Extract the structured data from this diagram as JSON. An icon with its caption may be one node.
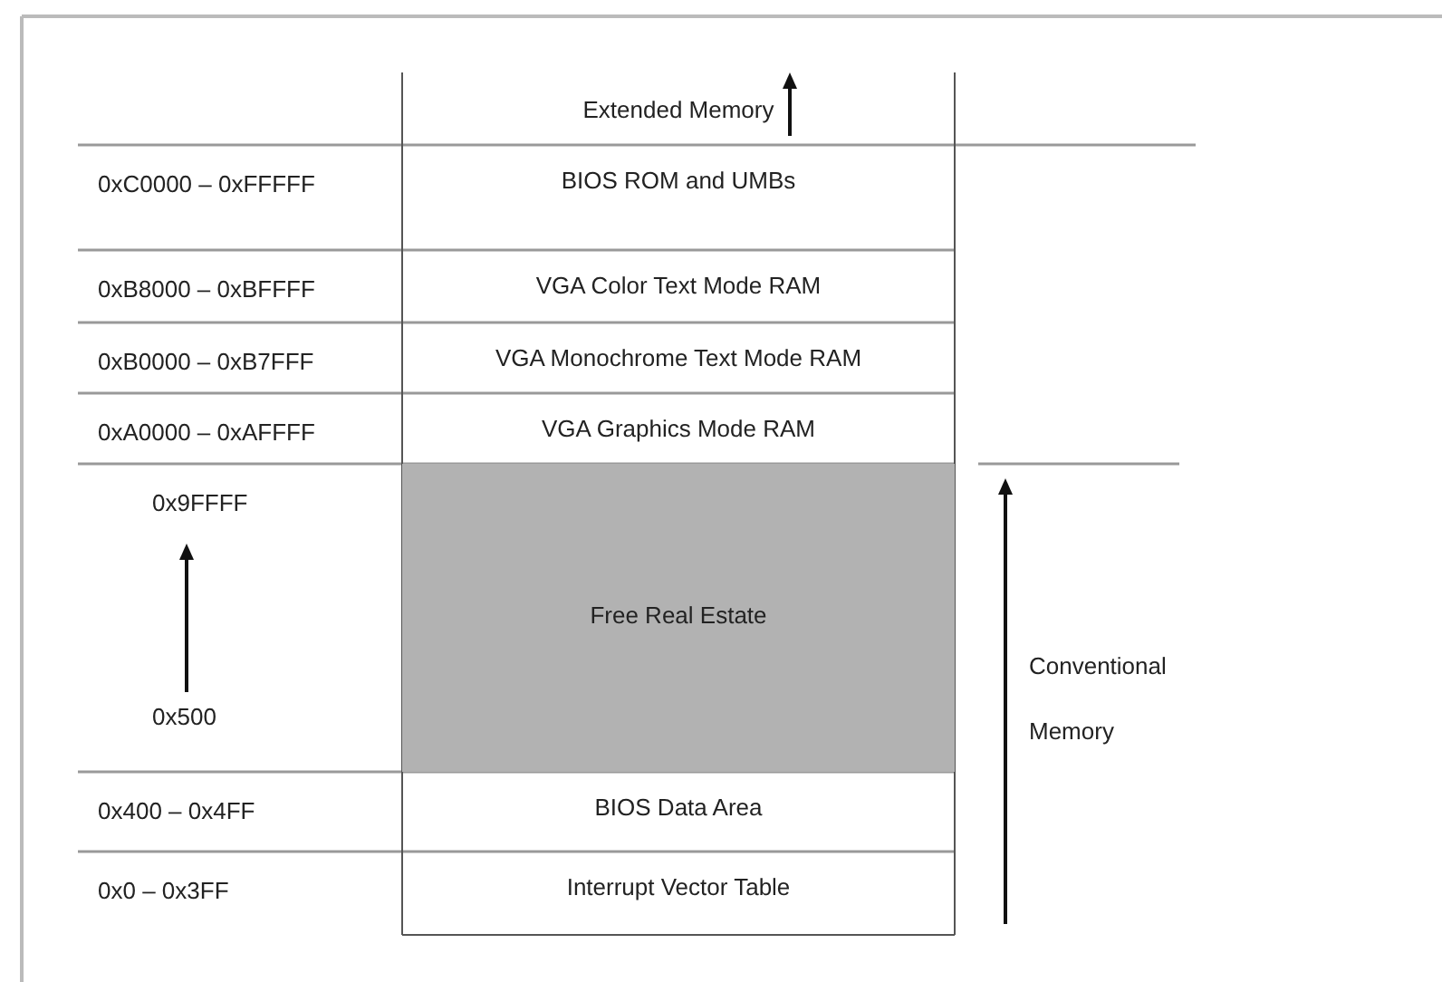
{
  "diagram": {
    "nodes": [
      {
        "text": [
          "Extended Memory"
        ]
      },
      {
        "text": [
          "BIOS ROM and UMBs"
        ]
      },
      {
        "text": [
          "VGA Color Text Mode RAM"
        ]
      },
      {
        "text": [
          "VGA Monochrome Text Mode RAM"
        ]
      },
      {
        "text": [
          "VGA Graphics Mode RAM"
        ]
      },
      {
        "text": [
          "Free Real Estate"
        ]
      },
      {
        "text": [
          "BIOS Data Area"
        ]
      },
      {
        "text": [
          "Interrupt Vector Table"
        ]
      }
    ],
    "labels": [
      "0xC0000 – 0xFFFFF",
      "0xB8000 – 0xBFFFF",
      "0xB0000 – 0xB7FFF",
      "0xA0000 – 0xAFFFF",
      "0x9FFFF",
      "0x500",
      "0x400 – 0x4FF",
      "0x0 – 0x3FF",
      "Conventional Memory"
    ]
  }
}
